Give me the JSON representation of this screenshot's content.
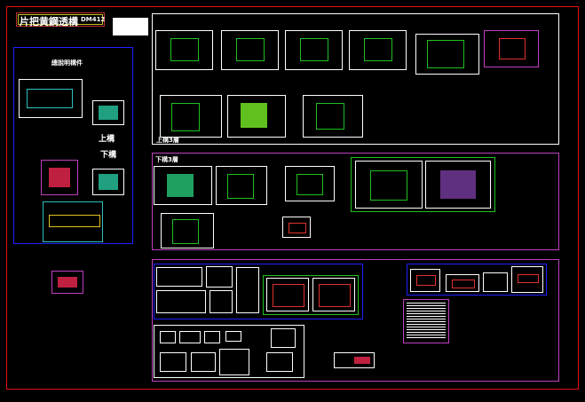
{
  "title": {
    "main": "片把黄鋼透構",
    "code": "DM412"
  },
  "left_panel": {
    "heading": "總說明構件",
    "upper": "上構",
    "lower": "下構"
  },
  "sections": {
    "upper_label": "上構3層",
    "lower_label": "下構3層"
  },
  "colors": {
    "border_outer": "#e01010",
    "upper": "#ffffff",
    "lower": "#c040c0",
    "blue": "#2020ff",
    "green": "#20c020"
  }
}
